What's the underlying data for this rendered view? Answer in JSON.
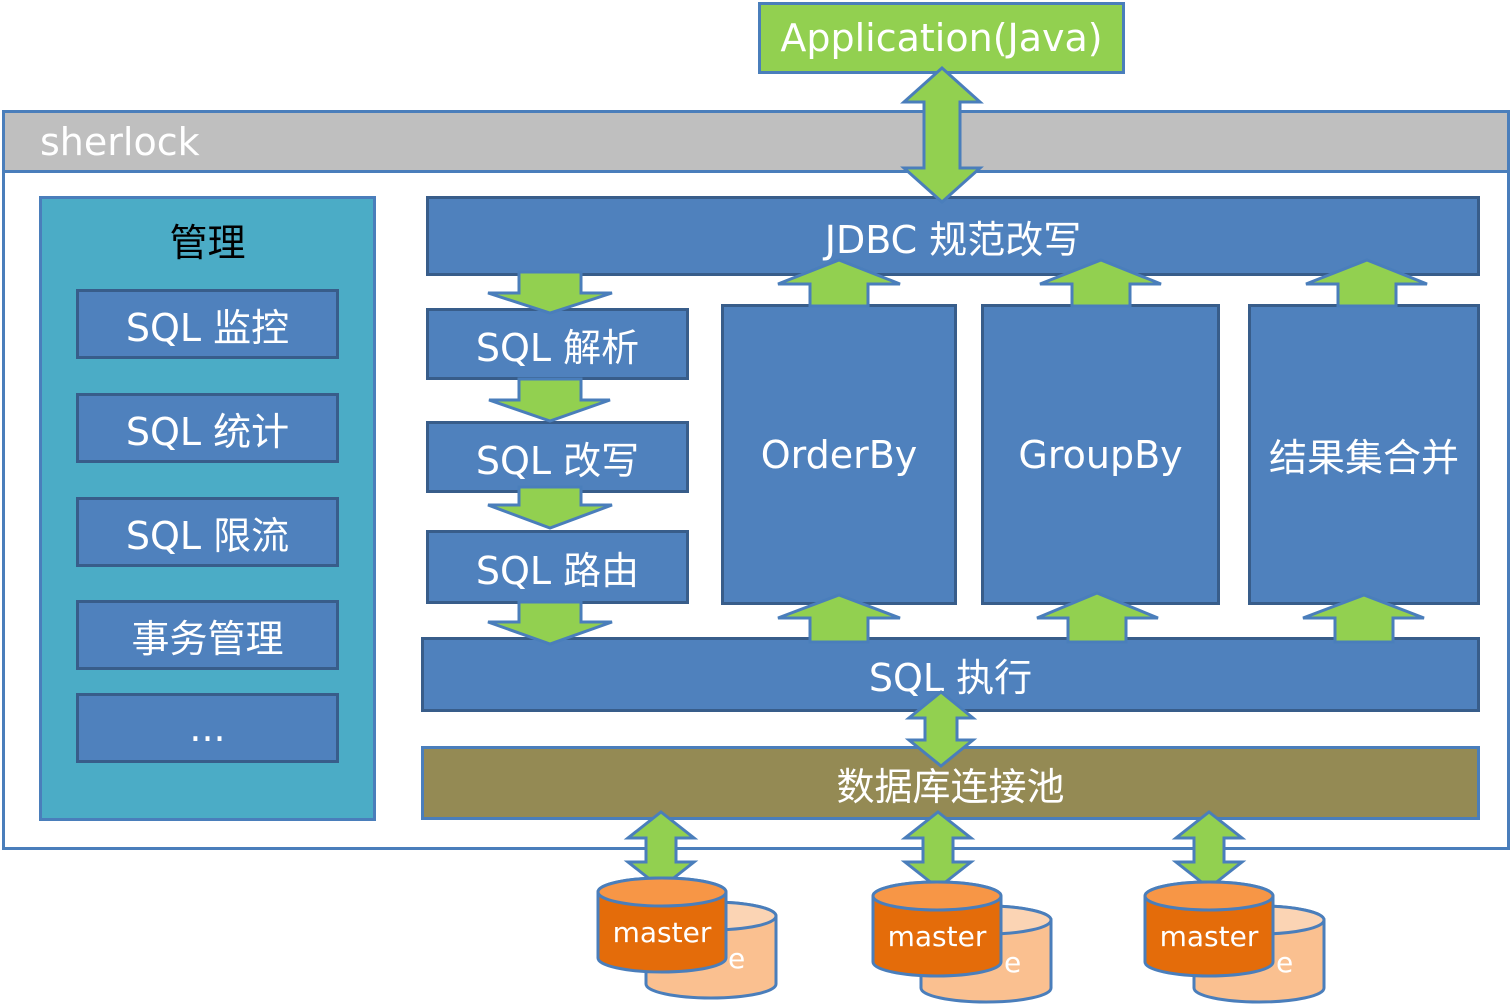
{
  "application": {
    "label": "Application(Java)"
  },
  "container": {
    "title": "sherlock"
  },
  "management": {
    "title": "管理",
    "items": [
      {
        "label": "SQL 监控"
      },
      {
        "label": "SQL 统计"
      },
      {
        "label": "SQL 限流"
      },
      {
        "label": "事务管理"
      },
      {
        "label": "..."
      }
    ]
  },
  "pipeline": {
    "jdbc": {
      "label": "JDBC 规范改写"
    },
    "steps": [
      {
        "label": "SQL 解析"
      },
      {
        "label": "SQL 改写"
      },
      {
        "label": "SQL 路由"
      }
    ],
    "mergers": [
      {
        "label": "OrderBy"
      },
      {
        "label": "GroupBy"
      },
      {
        "label": "结果集合并"
      }
    ],
    "execute": {
      "label": "SQL 执行"
    },
    "pool": {
      "label": "数据库连接池"
    }
  },
  "databases": [
    {
      "master_label": "master",
      "slave_label": "e"
    },
    {
      "master_label": "master",
      "slave_label": "e"
    },
    {
      "master_label": "master",
      "slave_label": "e"
    }
  ],
  "colors": {
    "block_blue": "#4f81bd",
    "block_border": "#385d8a",
    "arrow_green": "#92d050",
    "management_teal": "#4bacc6",
    "pool_olive": "#948a54",
    "master_orange": "#e46c0a",
    "slave_peach": "#fac090"
  }
}
